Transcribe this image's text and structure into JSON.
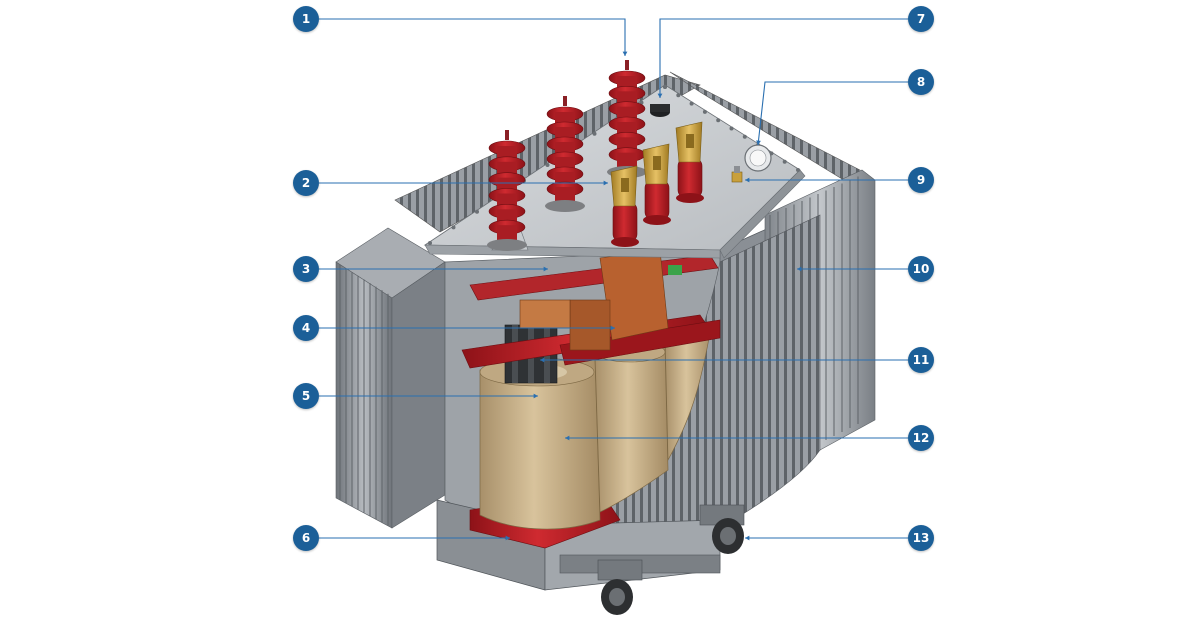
{
  "colors": {
    "badge": "#1b5f98",
    "leader": "#2a6fb0",
    "bushing_red": "#b41c22",
    "tank_gray": "#8f949a",
    "winding_beige": "#c9b48f",
    "terminal_gold": "#c9a03c"
  },
  "callouts": [
    {
      "number": "1",
      "side": "left"
    },
    {
      "number": "2",
      "side": "left"
    },
    {
      "number": "3",
      "side": "left"
    },
    {
      "number": "4",
      "side": "left"
    },
    {
      "number": "5",
      "side": "left"
    },
    {
      "number": "6",
      "side": "left"
    },
    {
      "number": "7",
      "side": "right"
    },
    {
      "number": "8",
      "side": "right"
    },
    {
      "number": "9",
      "side": "right"
    },
    {
      "number": "10",
      "side": "right"
    },
    {
      "number": "11",
      "side": "right"
    },
    {
      "number": "12",
      "side": "right"
    },
    {
      "number": "13",
      "side": "right"
    }
  ]
}
